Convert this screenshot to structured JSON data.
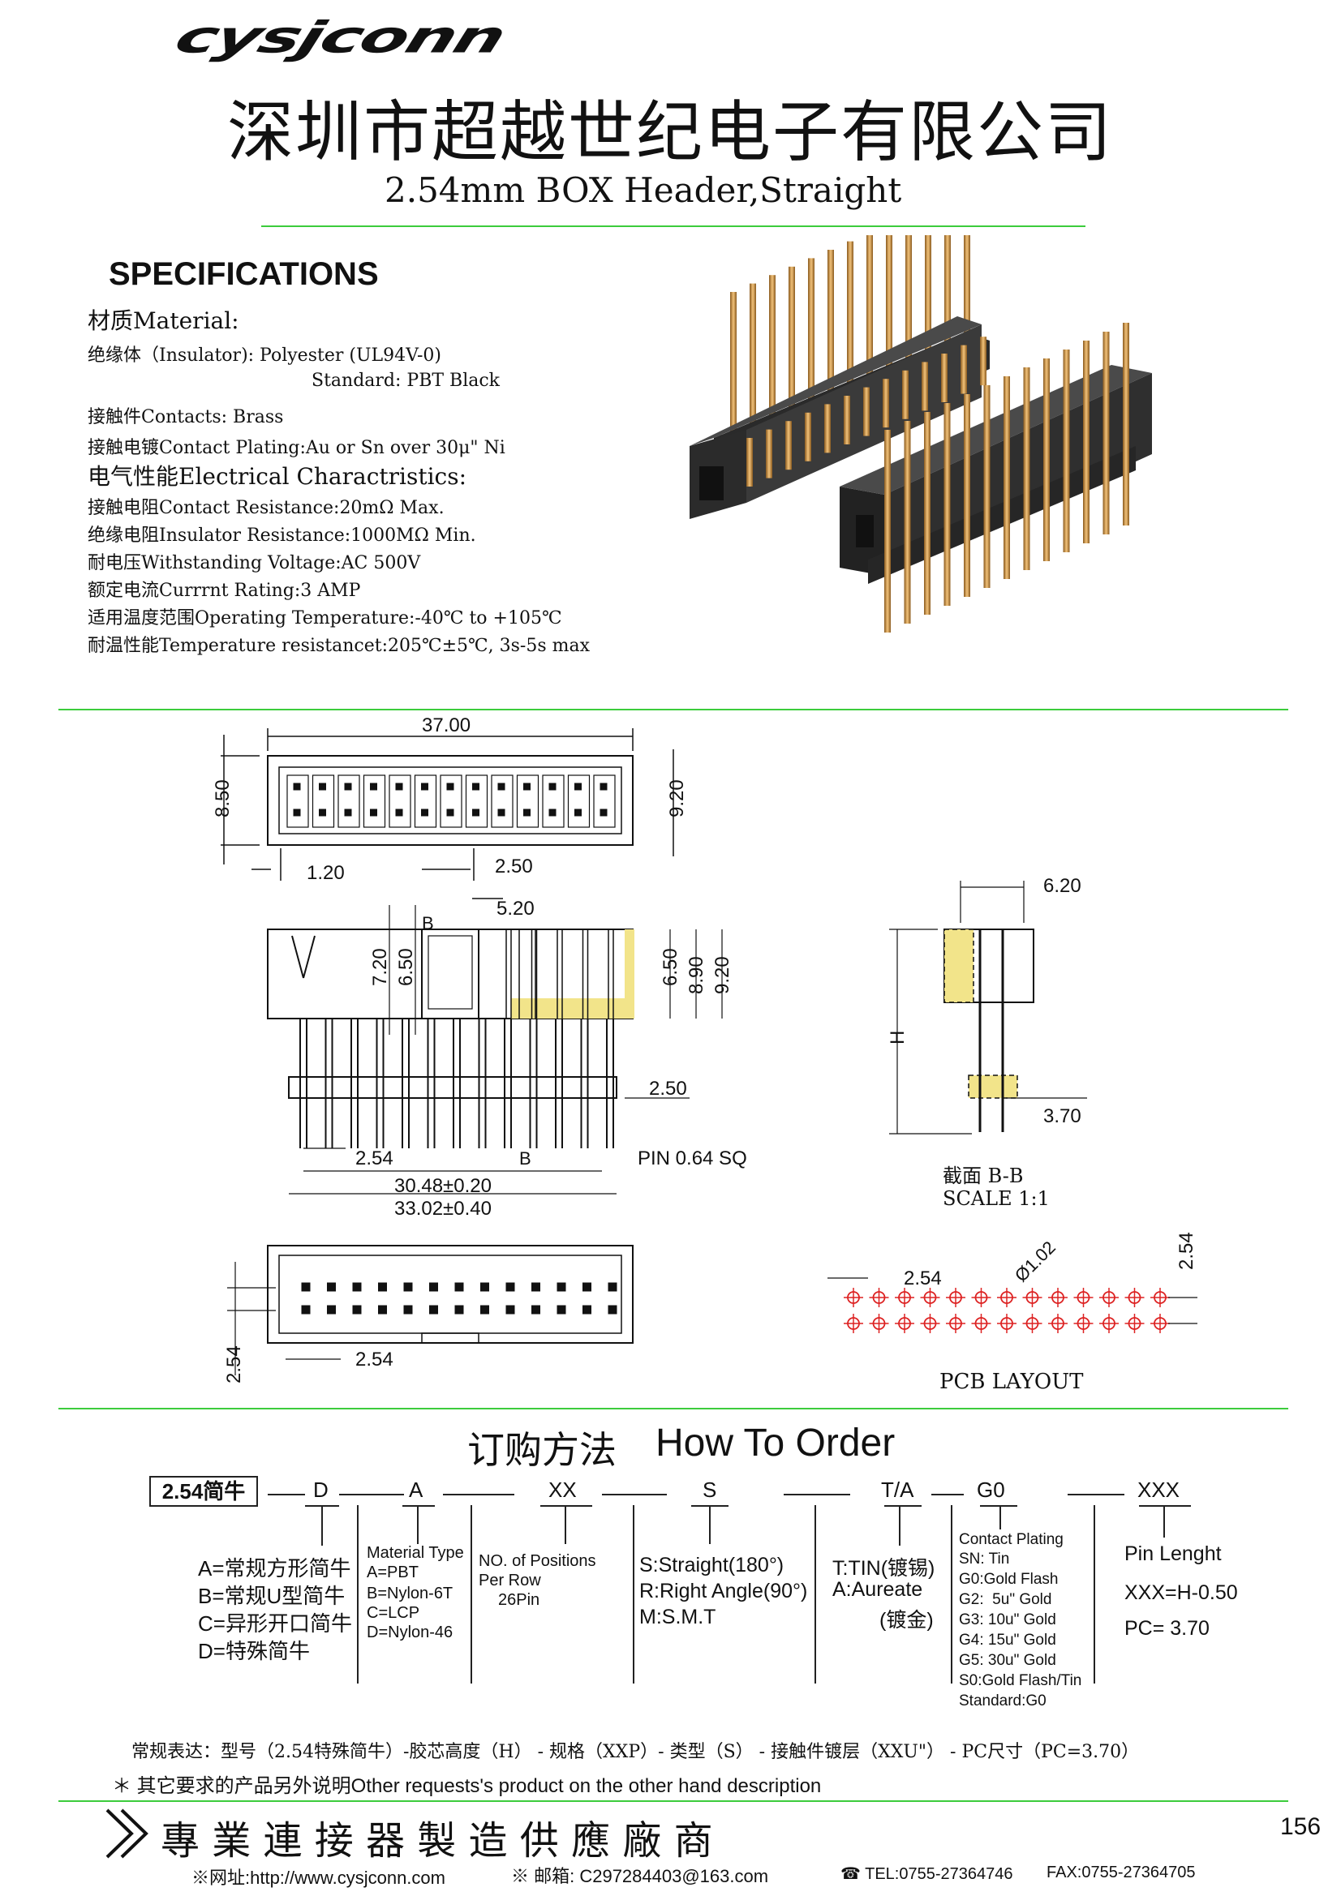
{
  "header": {
    "brand": "cysjconn",
    "company": "深圳市超越世纪电子有限公司",
    "product_title": "2.54mm BOX Header,Straight"
  },
  "specs": {
    "heading": "SPECIFICATIONS",
    "lines": [
      "材质Material:",
      "绝缘体（Insulator): Polyester (UL94V-0)",
      "Standard: PBT Black",
      "接触件Contacts: Brass",
      "接触电镀Contact Plating:Au or Sn over 30μ\" Ni",
      "电气性能Electrical Charactristics:",
      "接触电阻Contact Resistance:20mΩ Max.",
      "绝缘电阻Insulator Resistance:1000MΩ Min.",
      "耐电压Withstanding Voltage:AC 500V",
      "额定电流Currrnt Rating:3 AMP",
      "适用温度范围Operating Temperature:-40℃ to +105℃",
      "耐温性能Temperature resistancet:205℃±5℃, 3s-5s max"
    ]
  },
  "drawing": {
    "top_view": {
      "width": "37.00",
      "h1": "8.50",
      "h2": "9.20",
      "d1": "1.20",
      "d2": "2.50"
    },
    "front_view": {
      "d_520": "5.20",
      "d_720": "7.20",
      "d_650a": "6.50",
      "d_650b": "6.50",
      "d_890": "8.90",
      "d_920": "9.20",
      "d_250": "2.50",
      "pitch": "2.54",
      "span1": "30.48±0.20",
      "span2": "33.02±0.40",
      "pin": "PIN 0.64 SQ",
      "section_b": "B"
    },
    "section_view": {
      "width": "6.20",
      "height": "H",
      "pc": "3.70",
      "label1": "截面 B-B",
      "label2": "SCALE 1:1"
    },
    "bottom_view": {
      "p1": "2.54",
      "p2": "2.54"
    },
    "pcb": {
      "pitch_x": "2.54",
      "pitch_y": "2.54",
      "hole": "Ø1.02",
      "label": "PCB LAYOUT"
    }
  },
  "order": {
    "title_cn": "订购方法",
    "title_en": "How To Order",
    "code_box": "2.54简牛",
    "codes": [
      "D",
      "A",
      "XX",
      "S",
      "T/A",
      "G0",
      "XXX"
    ],
    "type_options": [
      "A=常规方形简牛",
      "B=常规U型简牛",
      "C=异形开口简牛",
      "D=特殊简牛"
    ],
    "material_title": "Material Type",
    "material_options": [
      "A=PBT",
      "B=Nylon-6T",
      "C=LCP",
      "D=Nylon-46"
    ],
    "positions": [
      "NO. of Positions",
      "Per Row",
      "26Pin"
    ],
    "style_options": [
      "S:Straight(180°)",
      "R:Right Angle(90°)",
      "M:S.M.T"
    ],
    "finish_options": [
      "T:TIN(镀锡)",
      "A:Aureate",
      "(镀金)"
    ],
    "plating_title": "Contact Plating",
    "plating_options": [
      "SN: Tin",
      "G0:Gold Flash",
      "G2:  5u\" Gold",
      "G3: 10u\" Gold",
      "G4: 15u\" Gold",
      "G5: 30u\" Gold",
      "S0:Gold Flash/Tin",
      "Standard:G0"
    ],
    "length_title": "Pin Lenght",
    "length_formula": "XXX=H-0.50",
    "pc_value": "PC= 3.70",
    "regular_expression": "常规表达：型号（2.54特殊简牛）-胶芯高度（H） - 规格（XXP）- 类型（S） - 接触件镀层（XXU\"） - PC尺寸（PC=3.70）",
    "note": "＊ 其它要求的产品另外说明Other requests's product on the other hand description"
  },
  "footer": {
    "slogan": "專 業 連 接 器 製 造 供 應 廠 商",
    "page": "156",
    "web": "※网址:http://www.cysjconn.com",
    "email": "※ 邮箱: C297284403@163.com",
    "tel": "☎ TEL:0755-27364746",
    "fax": "FAX:0755-27364705"
  }
}
